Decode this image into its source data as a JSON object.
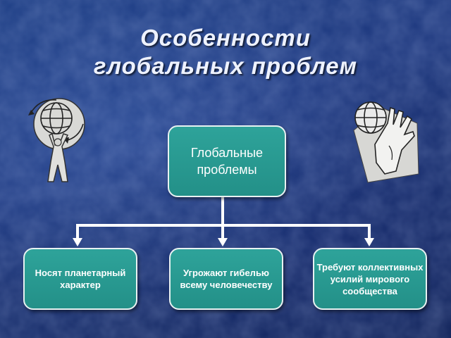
{
  "title": {
    "line1": "Особенности",
    "line2": "глобальных проблем"
  },
  "diagram": {
    "root": "Глобальные проблемы",
    "children": [
      "Носят планетарный характер",
      "Угрожают гибелью всему человечеству",
      "Требуют коллективных усилий мирового сообщества"
    ]
  },
  "icons": {
    "left": "person-holding-globe-icon",
    "right": "hand-holding-globe-icon"
  },
  "colors": {
    "background": "#1f3f85",
    "box_fill": "#2ea39a",
    "box_border": "#e8f2f2",
    "connector": "#ffffff",
    "title": "#eef2ff"
  }
}
